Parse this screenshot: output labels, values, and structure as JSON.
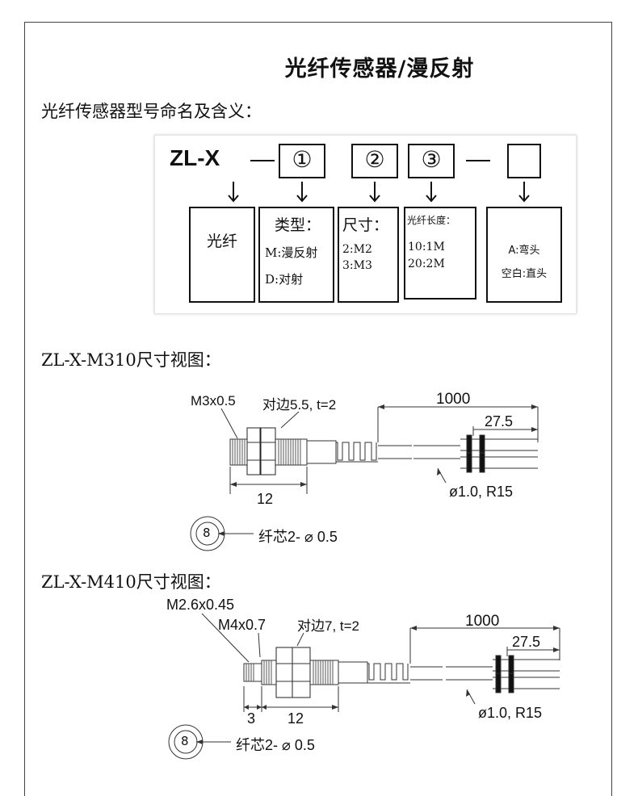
{
  "title": "光纤传感器/漫反射",
  "naming": {
    "heading": "光纤传感器型号命名及含义：",
    "prefix": "ZL-X",
    "slots": [
      "①",
      "②",
      "③"
    ],
    "box1": "光纤",
    "box2": {
      "title": "类型：",
      "line1": "M:漫反射",
      "line2": "D:对射"
    },
    "box3": {
      "title": "尺寸：",
      "line1": "2:M2",
      "line2": "3:M3"
    },
    "box4": {
      "title": "光纤长度：",
      "line1": "10:1M",
      "line2": "20:2M"
    },
    "box5": {
      "line1": "A:弯头",
      "line2": "空白:直头"
    }
  },
  "m310": {
    "heading": "ZL-X-M310尺寸视图：",
    "thread": "M3x0.5",
    "nut": "对边5.5, t=2",
    "length": "1000",
    "tip": "27.5",
    "body_len": "12",
    "fiber": "ø1.0, R15",
    "core_num": "8",
    "core": "纤芯2- ⌀ 0.5"
  },
  "m410": {
    "heading": "ZL-X-M410尺寸视图：",
    "thread1": "M2.6x0.45",
    "thread2": "M4x0.7",
    "nut": "对边7, t=2",
    "length": "1000",
    "tip": "27.5",
    "dim_a": "3",
    "dim_b": "12",
    "fiber": "ø1.0, R15",
    "core_num": "8",
    "core": "纤芯2- ⌀ 0.5"
  }
}
